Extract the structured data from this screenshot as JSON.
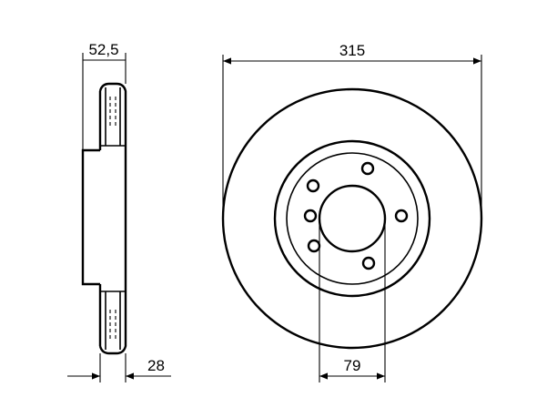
{
  "dimensions": {
    "overall_height": "52,5",
    "disc_thickness": "28",
    "outer_diameter": "315",
    "center_bore": "79"
  },
  "bolt_holes": 6,
  "colors": {
    "line": "#000000",
    "background": "#ffffff"
  }
}
